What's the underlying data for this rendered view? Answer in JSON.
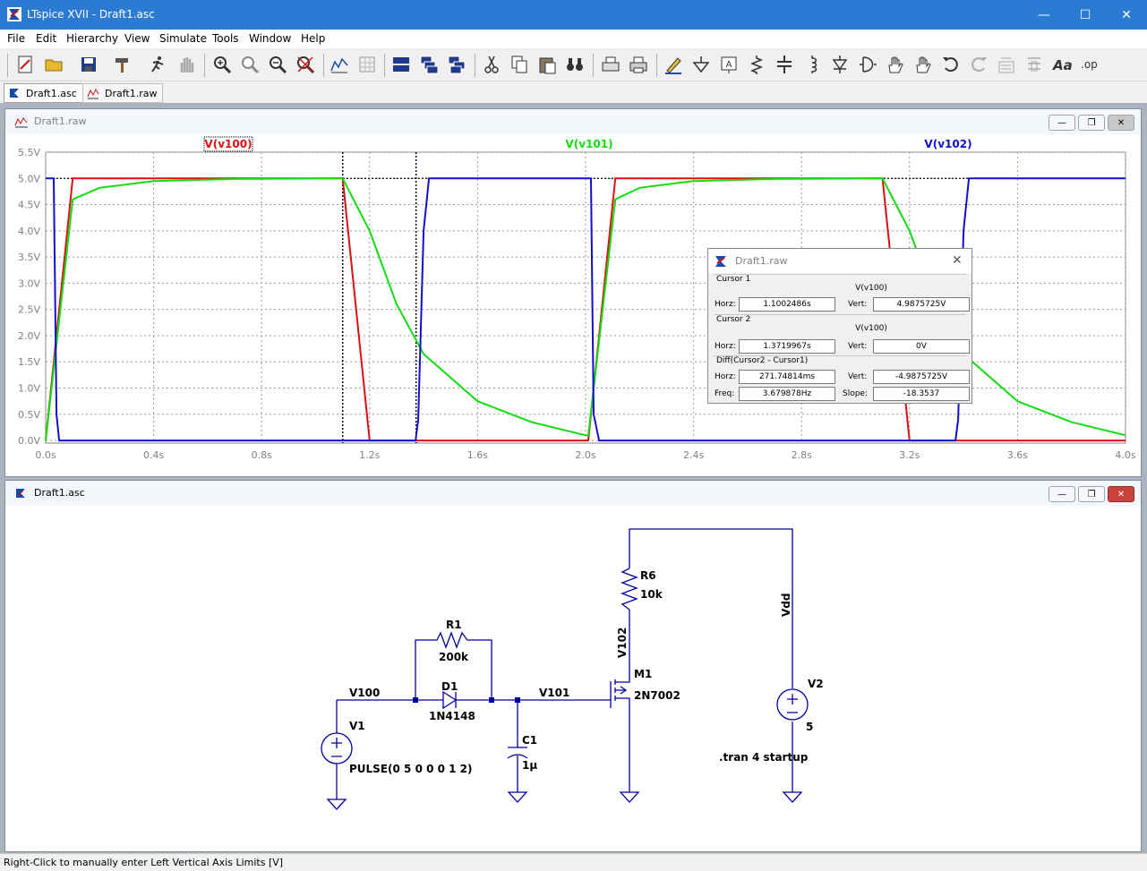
{
  "window": {
    "title": "LTspice XVII - Draft1.asc"
  },
  "menu": [
    "File",
    "Edit",
    "Hierarchy",
    "View",
    "Simulate",
    "Tools",
    "Window",
    "Help"
  ],
  "tabs": [
    {
      "label": "Draft1.asc"
    },
    {
      "label": "Draft1.raw"
    }
  ],
  "waveform_window": {
    "title": "Draft1.raw",
    "traces": [
      {
        "name": "V(v100)",
        "color": "#dd1010"
      },
      {
        "name": "V(v101)",
        "color": "#11dd11"
      },
      {
        "name": "V(v102)",
        "color": "#1010cc"
      }
    ],
    "y_ticks": [
      "5.5V",
      "5.0V",
      "4.5V",
      "4.0V",
      "3.5V",
      "3.0V",
      "2.5V",
      "2.0V",
      "1.5V",
      "1.0V",
      "0.5V",
      "0.0V"
    ],
    "x_ticks": [
      "0.0s",
      "0.4s",
      "0.8s",
      "1.2s",
      "1.6s",
      "2.0s",
      "2.4s",
      "2.8s",
      "3.2s",
      "3.6s",
      "4.0s"
    ]
  },
  "chart_data": {
    "type": "line",
    "xlim": [
      0,
      4.0
    ],
    "ylim": [
      -0.05,
      5.5
    ],
    "xlabel": "",
    "ylabel": "",
    "grid": true,
    "series": [
      {
        "name": "V(v100)",
        "x": [
          0,
          0.1,
          0.12,
          1.1,
          1.2,
          1.21,
          2.01,
          2.11,
          3.1,
          3.2,
          3.21,
          4.0
        ],
        "y": [
          0,
          5,
          5,
          5,
          0,
          0,
          0,
          5,
          5,
          0,
          0,
          0
        ]
      },
      {
        "name": "V(v101)",
        "x": [
          0,
          0.1,
          0.2,
          0.4,
          0.7,
          1.1,
          1.2,
          1.3,
          1.4,
          1.6,
          1.8,
          2.0,
          2.01,
          2.11,
          2.2,
          2.4,
          2.7,
          3.1,
          3.2,
          3.3,
          3.4,
          3.6,
          3.8,
          4.0
        ],
        "y": [
          0,
          4.6,
          4.82,
          4.95,
          4.99,
          5,
          4.0,
          2.6,
          1.65,
          0.75,
          0.35,
          0.1,
          0.1,
          4.6,
          4.82,
          4.95,
          4.99,
          5,
          4.0,
          2.6,
          1.65,
          0.75,
          0.35,
          0.1
        ]
      },
      {
        "name": "V(v102)",
        "x": [
          0,
          0.03,
          0.04,
          0.05,
          1.37,
          1.38,
          1.4,
          1.42,
          2.02,
          2.03,
          2.05,
          3.37,
          3.38,
          3.4,
          3.42,
          4.0
        ],
        "y": [
          5,
          5,
          0.5,
          0,
          0,
          0.4,
          4.0,
          5,
          5,
          0.5,
          0,
          0,
          0.4,
          4.0,
          5,
          5
        ]
      }
    ],
    "cursors": [
      1.1002486,
      1.3719967
    ]
  },
  "cursor_dialog": {
    "title": "Draft1.raw",
    "cursor1": {
      "label": "Cursor 1",
      "trace": "V(v100)",
      "horz_label": "Horz:",
      "horz": "1.1002486s",
      "vert_label": "Vert:",
      "vert": "4.9875725V"
    },
    "cursor2": {
      "label": "Cursor 2",
      "trace": "V(v100)",
      "horz_label": "Horz:",
      "horz": "1.3719967s",
      "vert_label": "Vert:",
      "vert": "0V"
    },
    "diff": {
      "label": "Diff(Cursor2 - Cursor1)",
      "horz_label": "Horz:",
      "horz": "271.74814ms",
      "vert_label": "Vert:",
      "vert": "-4.9875725V",
      "freq_label": "Freq:",
      "freq": "3.679878Hz",
      "slope_label": "Slope:",
      "slope": "-18.3537"
    }
  },
  "schematic_window": {
    "title": "Draft1.asc",
    "labels": {
      "r1": "R1",
      "r1_val": "200k",
      "d1": "D1",
      "d1_val": "1N4148",
      "v100": "V100",
      "v101": "V101",
      "v102": "V102",
      "v1": "V1",
      "v1_val": "PULSE(0 5 0 0 0 1 2)",
      "c1": "C1",
      "c1_val": "1µ",
      "r6": "R6",
      "r6_val": "10k",
      "m1": "M1",
      "m1_val": "2N7002",
      "vdd": "Vdd",
      "v2": "V2",
      "v2_val": "5",
      "tran": ".tran 4 startup"
    }
  },
  "status": {
    "text": "Right-Click to manually enter Left Vertical Axis Limits [V]"
  }
}
